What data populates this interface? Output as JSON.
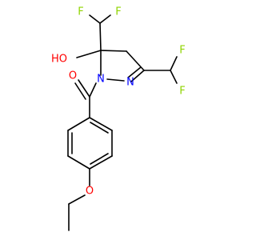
{
  "colors": {
    "bond": "#000000",
    "carbon": "#000000",
    "oxygen": "#ff0000",
    "nitrogen": "#0000ff",
    "fluorine": "#8fd400"
  },
  "atoms": {
    "f_top_left": "F",
    "f_top_right": "F",
    "f_right_top": "F",
    "f_right_bottom": "F",
    "hydroxyl": "HO",
    "n1": "N",
    "n2": "N",
    "carbonyl_o": "O",
    "ether_o": "O"
  }
}
